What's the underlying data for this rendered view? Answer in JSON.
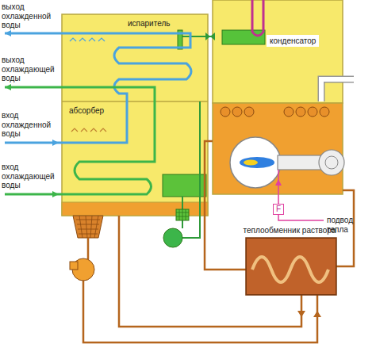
{
  "diagram": {
    "nodes": [
      {
        "text": [
          "конденсатор"
        ]
      },
      {
        "text": [
          "теплообменник раствора"
        ]
      },
      {
        "text": [
          "F"
        ]
      }
    ],
    "labels": [
      "выход охлажденной воды",
      "выход охлаждающей воды",
      "вход охлажденной воды",
      "вход охлаждающей воды",
      "испаритель",
      "абсорбер",
      "подвод тепла"
    ]
  }
}
